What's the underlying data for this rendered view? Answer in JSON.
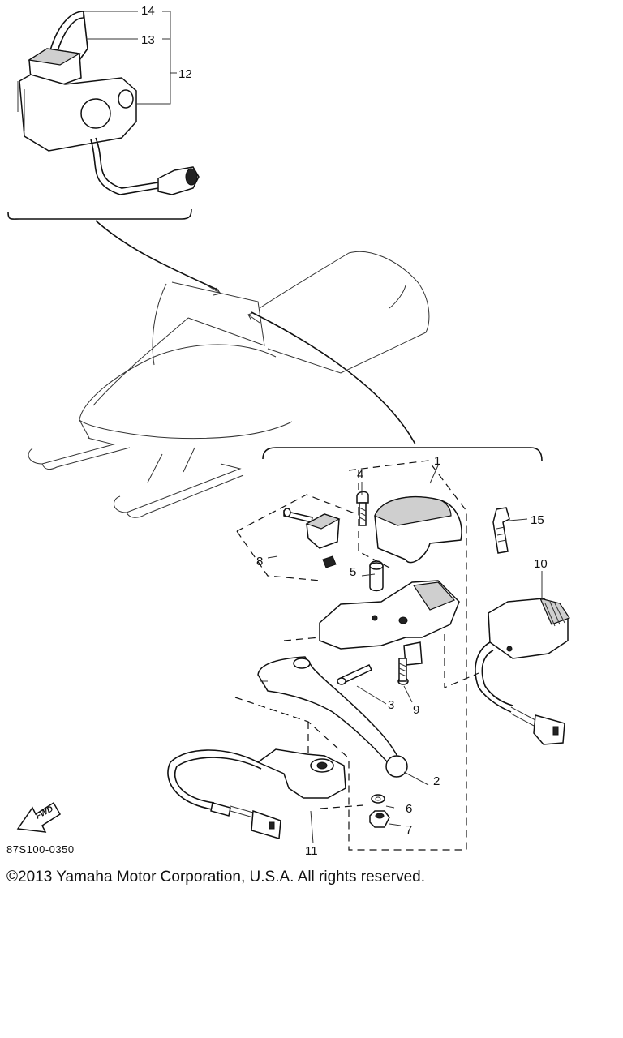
{
  "diagram": {
    "callouts": {
      "p1": "1",
      "p2": "2",
      "p3": "3",
      "p4": "4",
      "p5": "5",
      "p6": "6",
      "p7": "7",
      "p8": "8",
      "p9": "9",
      "p10": "10",
      "p11": "11",
      "p12": "12",
      "p13": "13",
      "p14": "14",
      "p15": "15"
    },
    "fwd_label": "FWD",
    "drawing_code": "87S100-0350"
  },
  "footer": {
    "copyright": "©2013 Yamaha Motor Corporation, U.S.A. All rights reserved."
  }
}
